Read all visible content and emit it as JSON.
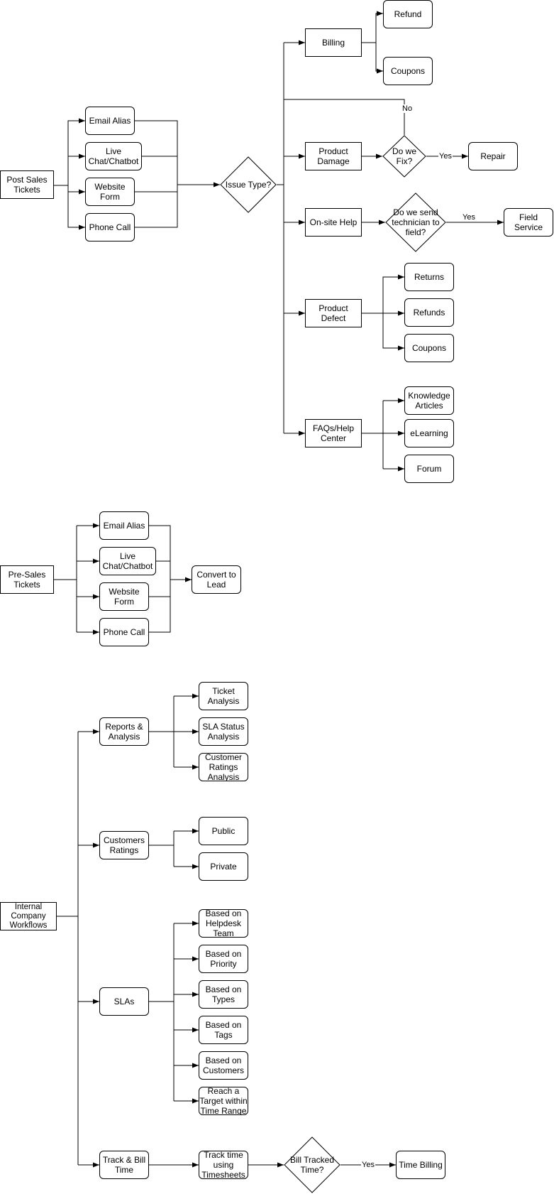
{
  "post_sales": {
    "root": "Post Sales\nTickets",
    "channels": [
      "Email Alias",
      "Live\nChat/Chatbot",
      "Website\nForm",
      "Phone Call"
    ],
    "decision": "Issue Type?",
    "billing": "Billing",
    "billing_children": [
      "Refund",
      "Coupons"
    ],
    "product_damage": "Product\nDamage",
    "fix_question": "Do we\nFix?",
    "fix_yes": "Yes",
    "fix_no": "No",
    "repair": "Repair",
    "onsite": "On-site Help",
    "technician_question": "Do we send\ntechnician to\nfield?",
    "technician_yes": "Yes",
    "field_service": "Field\nService",
    "product_defect": "Product\nDefect",
    "defect_children": [
      "Returns",
      "Refunds",
      "Coupons"
    ],
    "faqs": "FAQs/Help\nCenter",
    "faq_children": [
      "Knowledge\nArticles",
      "eLearning",
      "Forum"
    ]
  },
  "pre_sales": {
    "root": "Pre-Sales\nTickets",
    "channels": [
      "Email Alias",
      "Live\nChat/Chatbot",
      "Website\nForm",
      "Phone Call"
    ],
    "convert": "Convert to\nLead"
  },
  "internal": {
    "root": "Internal\nCompany\nWorkflows",
    "reports": "Reports &\nAnalysis",
    "reports_children": [
      "Ticket\nAnalysis",
      "SLA Status\nAnalysis",
      "Customer\nRatings\nAnalysis"
    ],
    "ratings": "Customers\nRatings",
    "ratings_children": [
      "Public",
      "Private"
    ],
    "slas": "SLAs",
    "sla_children": [
      "Based on\nHelpdesk\nTeam",
      "Based on\nPriority",
      "Based on\nTypes",
      "Based on\nTags",
      "Based on\nCustomers",
      "Reach a\nTarget within\nTime Range"
    ],
    "track": "Track & Bill\nTime",
    "timesheets": "Track time\nusing\nTimesheets",
    "bill_question": "Bill Tracked\nTime?",
    "bill_yes": "Yes",
    "time_billing": "Time Billing"
  }
}
